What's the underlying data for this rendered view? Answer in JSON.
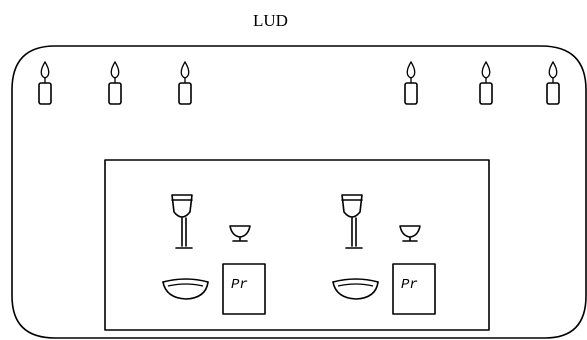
{
  "title": "LUD",
  "candle_count": 6,
  "place_settings": [
    {
      "card_label": "Pr"
    },
    {
      "card_label": "Pr"
    }
  ],
  "icons": [
    "candle-icon",
    "wine-glass-icon",
    "small-cup-icon",
    "bowl-icon",
    "place-card-icon"
  ],
  "colors": {
    "ink": "#000000",
    "paper": "#ffffff"
  }
}
